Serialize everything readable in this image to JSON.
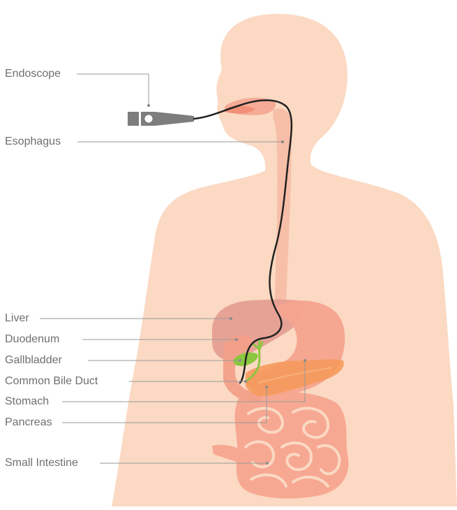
{
  "labels": {
    "endoscope": "Endoscope",
    "esophagus": "Esophagus",
    "liver": "Liver",
    "duodenum": "Duodenum",
    "gallbladder": "Gallbladder",
    "common_bile_duct": "Common Bile Duct",
    "stomach": "Stomach",
    "pancreas": "Pancreas",
    "small_intestine": "Small Intestine"
  },
  "colors": {
    "skin": "#fbd9c3",
    "liver": "#e69f94",
    "stomach": "#f5a48e",
    "pancreas": "#f59a5c",
    "gallbladder": "#8cc63f",
    "intestine": "#f7a892",
    "leader_line": "#9a9a9a",
    "endoscope_body": "#7d7d7d",
    "endoscope_cable": "#222222",
    "label_text": "#6f6f6f"
  }
}
